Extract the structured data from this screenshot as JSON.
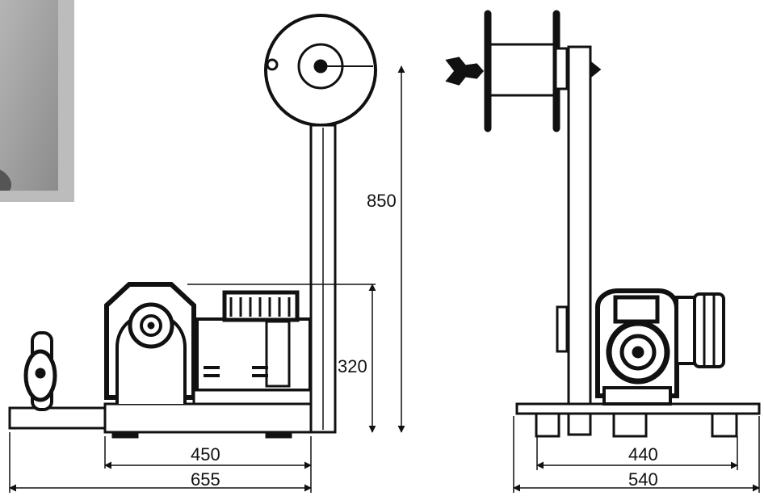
{
  "dimensions": {
    "tower_height": "850",
    "machine_height": "320",
    "side_inner_width": "450",
    "side_total_width": "655",
    "front_inner_width": "440",
    "front_total_width": "540"
  },
  "colors": {
    "line": "#111111",
    "photo": "#9a9a9a"
  }
}
